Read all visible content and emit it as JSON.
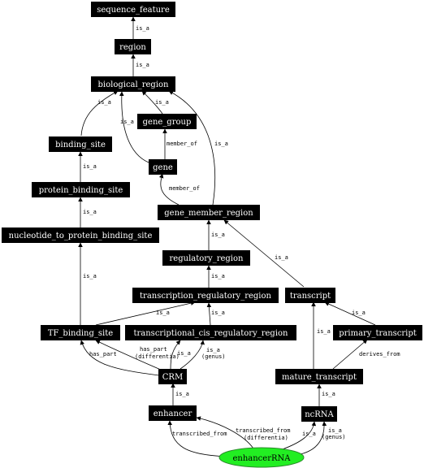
{
  "nodes": {
    "sequence_feature": "sequence_feature",
    "region": "region",
    "biological_region": "biological_region",
    "gene_group": "gene_group",
    "binding_site": "binding_site",
    "gene": "gene",
    "protein_binding_site": "protein_binding_site",
    "gene_member_region": "gene_member_region",
    "nucleotide_to_protein_binding_site": "nucleotide_to_protein_binding_site",
    "regulatory_region": "regulatory_region",
    "transcription_regulatory_region": "transcription_regulatory_region",
    "transcript": "transcript",
    "TF_binding_site": "TF_binding_site",
    "transcriptional_cis_regulatory_region": "transcriptional_cis_regulatory_region",
    "primary_transcript": "primary_transcript",
    "CRM": "CRM",
    "mature_transcript": "mature_transcript",
    "enhancer": "enhancer",
    "ncRNA": "ncRNA",
    "enhancerRNA": "enhancerRNA"
  },
  "edge_labels": {
    "is_a": "is_a",
    "member_of": "member_of",
    "has_part": "has_part",
    "has_part_differentia_1": "has_part",
    "has_part_differentia_2": "(differentia)",
    "is_a_genus_1": "is_a",
    "is_a_genus_2": "(genus)",
    "derives_from": "derives_from",
    "transcribed_from": "transcribed_from",
    "transcribed_from_differentia_1": "transcribed_from",
    "transcribed_from_differentia_2": "(differentia)"
  },
  "colors": {
    "node_fill": "#000000",
    "node_text": "#ffffff",
    "focus_fill": "#22ee22",
    "focus_stroke": "#2a8a2a"
  }
}
